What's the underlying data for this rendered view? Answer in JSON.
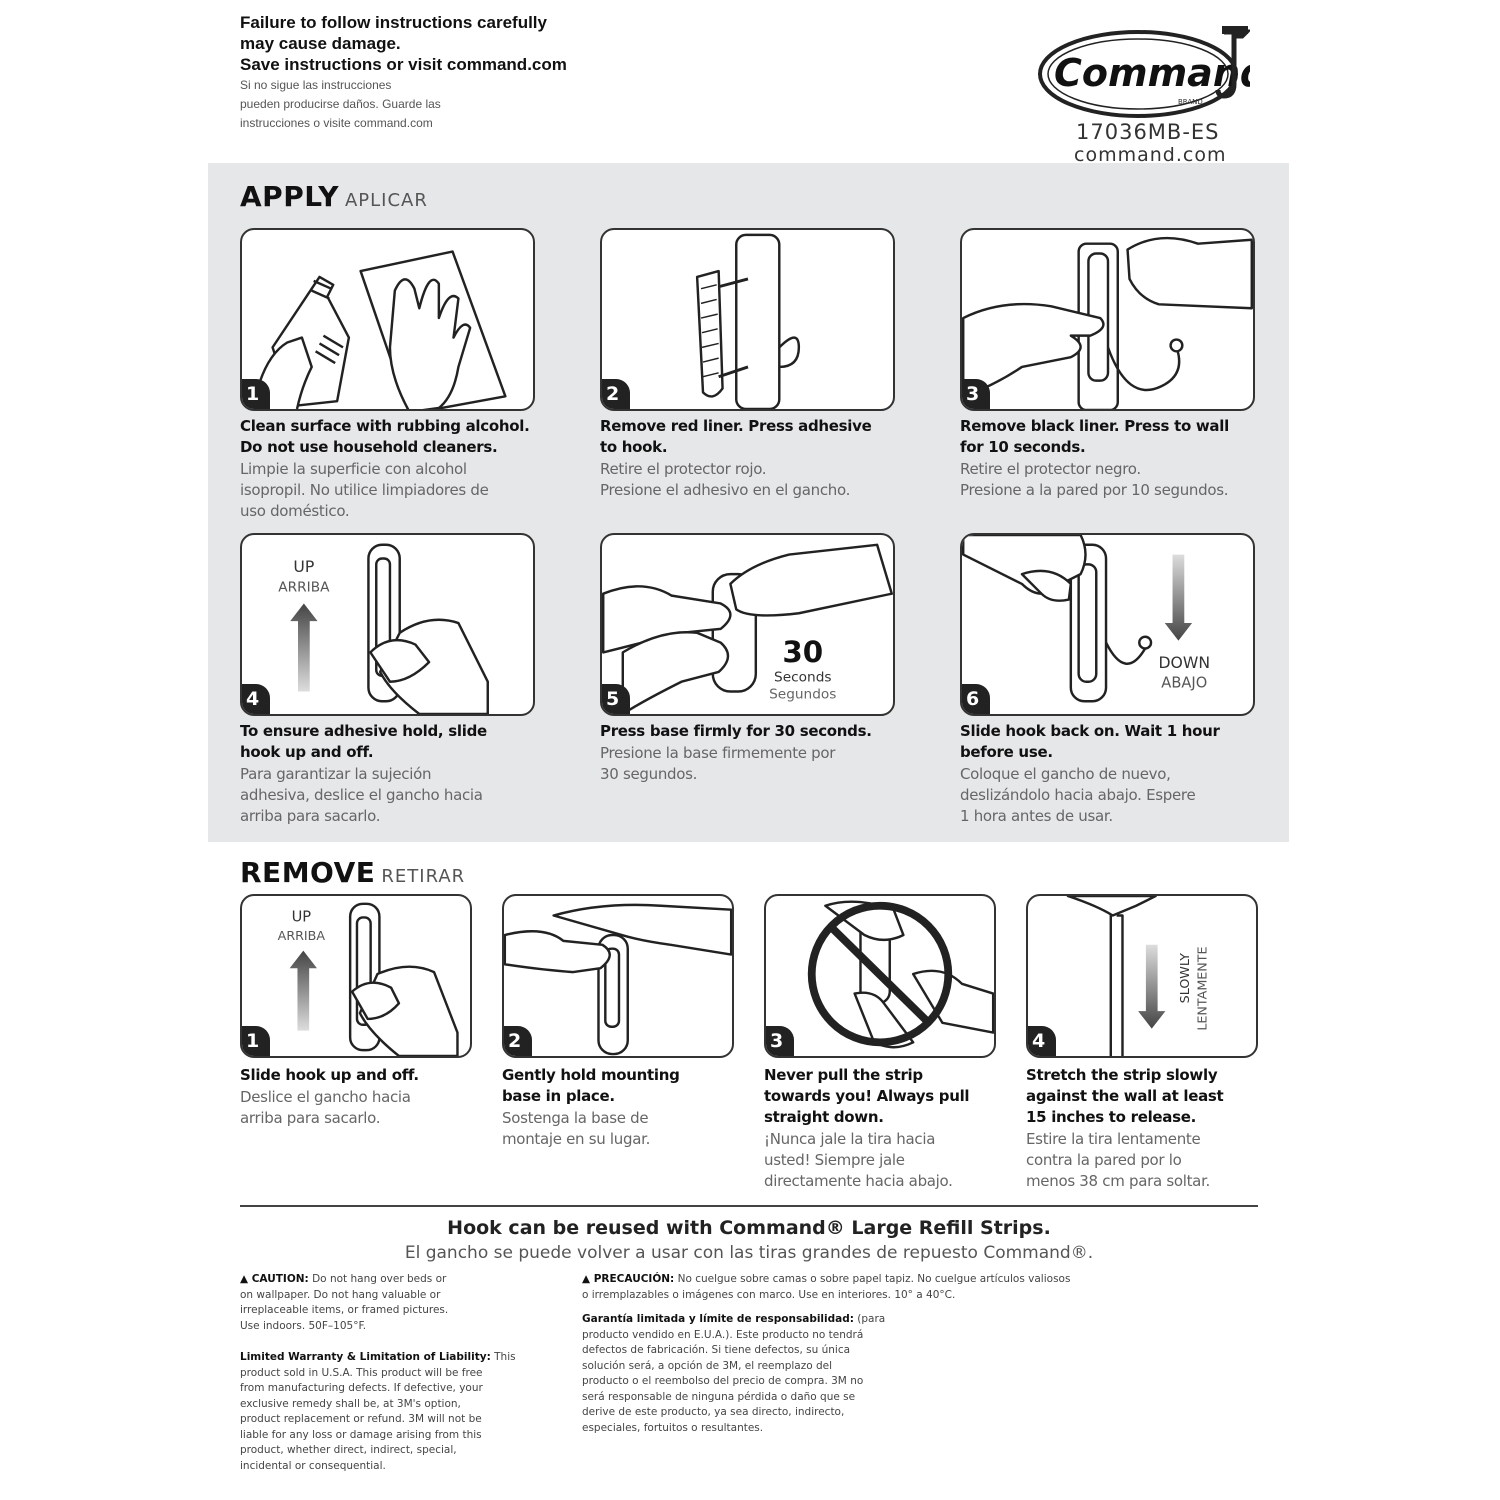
{
  "header": {
    "warning_en": [
      "Failure to follow instructions carefully",
      "may cause damage.",
      "Save instructions or visit command.com"
    ],
    "warning_es": [
      "Si no sigue las instrucciones",
      "pueden producirse daños. Guarde las",
      "instrucciones o visite command.com"
    ]
  },
  "brand": {
    "logo_text": "Command",
    "logo_sub": "BRAND",
    "product_code": "17036MB-ES",
    "website": "command.com"
  },
  "apply": {
    "title": "APPLY",
    "title_es": "APLICAR",
    "steps": [
      {
        "num": "1",
        "en": [
          "Clean surface with rubbing alcohol.",
          "Do not use household cleaners."
        ],
        "es": [
          "Limpie la superficie con alcohol",
          "isopropil. No utilice limpiadores de",
          "uso doméstico."
        ]
      },
      {
        "num": "2",
        "en": [
          "Remove red liner. Press adhesive",
          "to hook."
        ],
        "es": [
          "Retire el protector rojo.",
          "Presione el adhesivo en el gancho."
        ]
      },
      {
        "num": "3",
        "en": [
          "Remove black liner. Press to wall",
          "for 10 seconds."
        ],
        "es": [
          "Retire el protector negro.",
          "Presione a la pared por 10 segundos."
        ]
      },
      {
        "num": "4",
        "en": [
          "To ensure adhesive hold, slide",
          "hook up and off."
        ],
        "es": [
          "Para garantizar la sujeción",
          "adhesiva, deslice el gancho hacia",
          "arriba para sacarlo."
        ],
        "label_en": "UP",
        "label_es": "ARRIBA"
      },
      {
        "num": "5",
        "en": [
          "Press base firmly for 30 seconds."
        ],
        "es": [
          "Presione la base firmemente por",
          "30 segundos."
        ],
        "label_num": "30",
        "label_en": "Seconds",
        "label_es": "Segundos"
      },
      {
        "num": "6",
        "en": [
          "Slide hook back on. Wait 1 hour",
          "before use."
        ],
        "es": [
          "Coloque el gancho de nuevo,",
          "deslizándolo hacia abajo. Espere",
          "1 hora antes de usar."
        ],
        "label_en": "DOWN",
        "label_es": "ABAJO"
      }
    ]
  },
  "remove": {
    "title": "REMOVE",
    "title_es": "RETIRAR",
    "steps": [
      {
        "num": "1",
        "en": [
          "Slide hook up and off."
        ],
        "es": [
          "Deslice el gancho hacia",
          "arriba para sacarlo."
        ],
        "label_en": "UP",
        "label_es": "ARRIBA"
      },
      {
        "num": "2",
        "en": [
          "Gently hold mounting",
          "base in place."
        ],
        "es": [
          "Sostenga la base de",
          "montaje en su lugar."
        ]
      },
      {
        "num": "3",
        "en": [
          "Never pull the strip",
          "towards you! Always pull",
          "straight down."
        ],
        "es": [
          "¡Nunca jale la tira hacia",
          "usted! Siempre jale",
          "directamente hacia abajo."
        ]
      },
      {
        "num": "4",
        "en": [
          "Stretch the strip slowly",
          "against the wall at least",
          "15 inches to release."
        ],
        "es": [
          "Estire la tira lentamente",
          "contra la pared por lo",
          "menos 38 cm para soltar."
        ],
        "label_en": "SLOWLY",
        "label_es": "LENTAMENTE"
      }
    ]
  },
  "reuse": {
    "en": "Hook can be reused with Command® Large Refill Strips.",
    "es": "El gancho se puede volver a usar con las tiras grandes de repuesto Command®."
  },
  "legal": {
    "caution_label": "▲ CAUTION:",
    "caution_text": [
      "Do not hang over beds or",
      "on wallpaper. Do not hang valuable or",
      "irreplaceable items, or framed pictures.",
      "Use indoors. 50F–105°F."
    ],
    "warranty_label": "Limited Warranty & Limitation of Liability:",
    "warranty_text": [
      "This",
      "product sold in U.S.A. This product will be free",
      "from manufacturing defects. If defective, your",
      "exclusive remedy shall be, at 3M's option,",
      "product replacement or refund. 3M will not be",
      "liable for any loss or damage arising from this",
      "product, whether direct, indirect, special,",
      "incidental or consequential."
    ],
    "precaucion_label": "▲ PRECAUCIÓN:",
    "precaucion_text": [
      "No cuelgue sobre camas o sobre papel tapiz. No cuelgue artículos valiosos",
      "o irremplazables o imágenes con marco. Use en interiores. 10° a 40°C."
    ],
    "garantia_label": "Garantía limitada y límite de responsabilidad:",
    "garantia_text": [
      "(para",
      "producto vendido en E.U.A.). Este producto no tendrá",
      "defectos de fabricación. Si tiene defectos, su única",
      "solución será, a opción de 3M, el reemplazo del",
      "producto o el reembolso del precio de compra. 3M no",
      "será responsable de ninguna pérdida o daño que se",
      "derive de este producto, ya sea directo, indirecto,",
      "especiales, fortuitos o resultantes."
    ]
  }
}
